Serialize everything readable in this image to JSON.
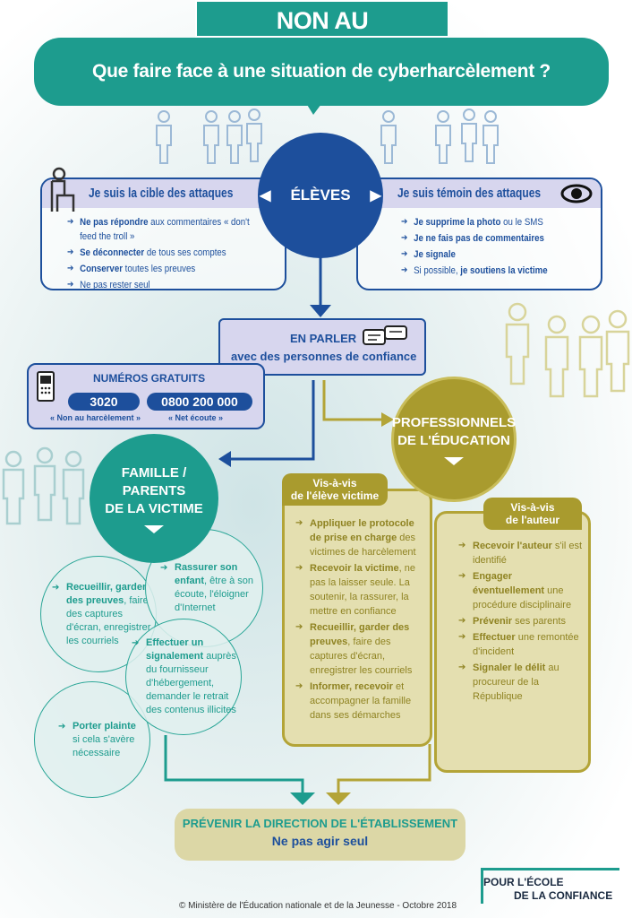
{
  "header": {
    "banner": "NON AU HARCÈLEMENT",
    "question": "Que faire face à une situation de cyberharcèlement ?"
  },
  "students": {
    "label": "ÉLÈVES",
    "target": {
      "title": "Je suis la cible des attaques",
      "items": [
        {
          "b": "Ne pas répondre",
          "t": " aux commentaires « don't feed the troll »"
        },
        {
          "b": "Se déconnecter",
          "t": " de tous ses comptes"
        },
        {
          "b": "Conserver",
          "t": " toutes les preuves"
        },
        {
          "b": "",
          "t": "Ne pas rester seul"
        }
      ]
    },
    "witness": {
      "title": "Je suis témoin des attaques",
      "items": [
        {
          "b": "Je supprime la photo",
          "t": " ou le SMS"
        },
        {
          "b": "Je ne fais pas de commentaires",
          "t": ""
        },
        {
          "b": "Je signale",
          "t": ""
        },
        {
          "b": "",
          "t": "Si possible, ",
          "b2": "je soutiens la victime"
        }
      ]
    }
  },
  "talk": {
    "line1": "EN PARLER",
    "line2": "avec des personnes de confiance"
  },
  "numbers": {
    "title": "NUMÉROS GRATUITS",
    "n1": "3020",
    "l1": "« Non au harcèlement »",
    "n2": "0800 200 000",
    "l2": "« Net écoute »"
  },
  "family": {
    "label1": "FAMILLE / PARENTS",
    "label2": "DE LA VICTIME",
    "actions": [
      {
        "b": "Recueillir, garder des preuves",
        "t": ", faire des captures d'écran, enregistrer les courriels"
      },
      {
        "b": "Rassurer son enfant",
        "t": ", être à son écoute, l'éloigner d'Internet"
      },
      {
        "b": "Effectuer un signalement",
        "t": " auprès du fournisseur d'hébergement, demander le retrait des contenus illicites"
      },
      {
        "b": "Porter plainte",
        "t": " si cela s'avère nécessaire"
      }
    ]
  },
  "pros": {
    "label1": "PROFESSIONNELS",
    "label2": "DE L'ÉDUCATION",
    "victim": {
      "title1": "Vis-à-vis",
      "title2": "de l'élève victime",
      "items": [
        {
          "b": "Appliquer le protocole de prise en charge",
          "t": " des victimes de harcèlement"
        },
        {
          "b": "Recevoir la victime",
          "t": ", ne pas la laisser seule. La soutenir, la rassurer, la mettre en confiance"
        },
        {
          "b": "Recueillir, garder des preuves",
          "t": ", faire des captures d'écran, enregistrer les courriels"
        },
        {
          "b": "Informer, recevoir",
          "t": " et accompagner la famille dans ses démarches"
        }
      ]
    },
    "author": {
      "title1": "Vis-à-vis",
      "title2": "de l'auteur",
      "items": [
        {
          "b": "Recevoir l'auteur",
          "t": " s'il est identifié"
        },
        {
          "b": "Engager éventuellement",
          "t": " une procédure disciplinaire"
        },
        {
          "b": "Prévenir",
          "t": " ses parents"
        },
        {
          "b": "Effectuer",
          "t": " une remontée d'incident"
        },
        {
          "b": "Signaler le délit",
          "t": " au procureur de la République"
        }
      ]
    }
  },
  "direction": {
    "line1": "PRÉVENIR LA DIRECTION DE L'ÉTABLISSEMENT",
    "line2": "Ne pas agir seul"
  },
  "footer": {
    "logo1": "POUR L'ÉCOLE",
    "logo2": "DE LA CONFIANCE",
    "copyright": "© Ministère de l'Éducation nationale et de la Jeunesse - Octobre 2018"
  },
  "colors": {
    "teal": "#1d9c8e",
    "navy": "#1d4f9c",
    "olive": "#a99b2e",
    "lavender": "#d7d6ee"
  }
}
